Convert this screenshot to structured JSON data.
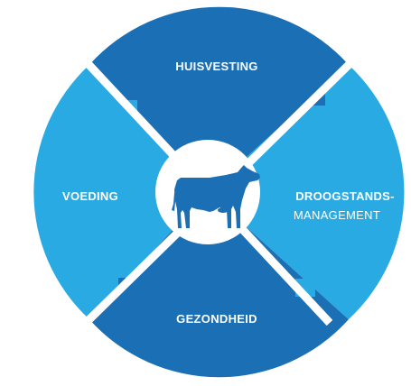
{
  "colors": {
    "dark_blue": "#1b6fb5",
    "light_blue": "#2aaae2",
    "divider": "#ffffff",
    "label_text": "#ffffff",
    "center_circle": "#ffffff",
    "cow": "#1b6fb5"
  },
  "segments": {
    "top": {
      "label": "HUISVESTING",
      "color": "dark"
    },
    "right": {
      "label": "DROOGSTANDS-",
      "sublabel": "MANAGEMENT",
      "color": "light"
    },
    "bottom": {
      "label": "GEZONDHEID",
      "color": "dark"
    },
    "left": {
      "label": "VOEDING",
      "color": "light"
    }
  },
  "center": {
    "icon": "cow-icon"
  }
}
